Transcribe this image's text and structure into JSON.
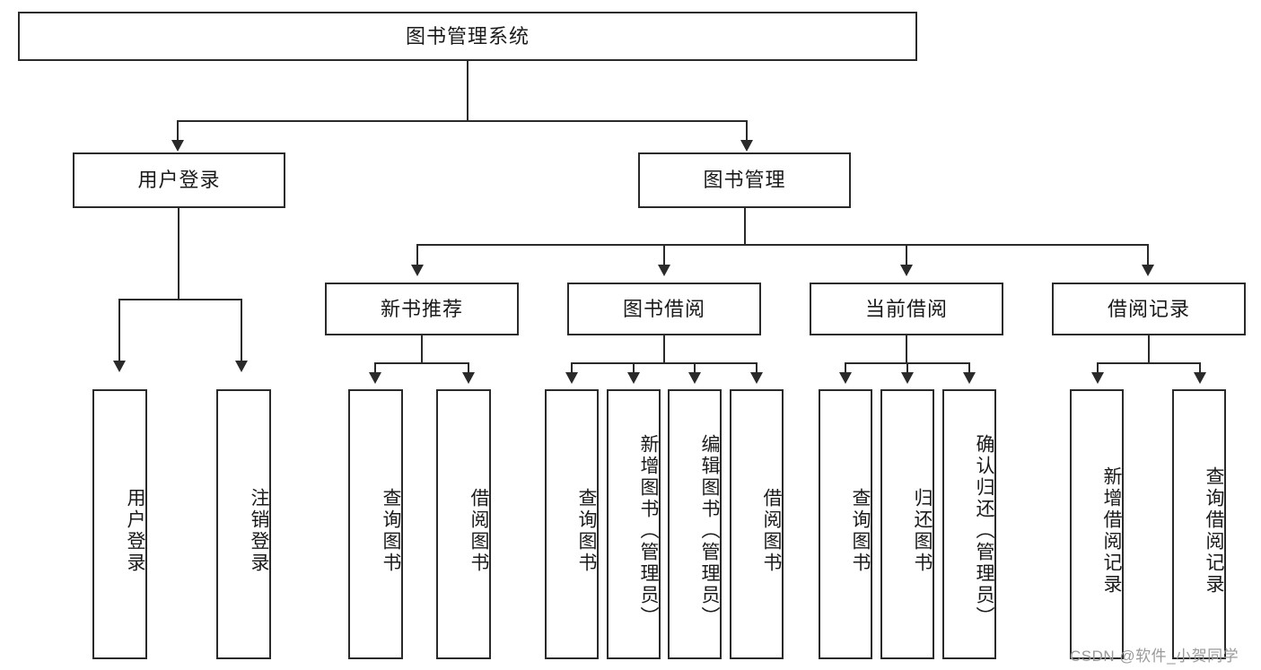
{
  "diagram": {
    "type": "hierarchy-tree",
    "title": "图书管理系统",
    "watermark": "CSDN @软件_小贺同学",
    "levels": {
      "root": {
        "label": "图书管理系统"
      },
      "level2": [
        {
          "label": "用户登录"
        },
        {
          "label": "图书管理"
        }
      ],
      "level3": [
        {
          "label": "新书推荐"
        },
        {
          "label": "图书借阅"
        },
        {
          "label": "当前借阅"
        },
        {
          "label": "借阅记录"
        }
      ],
      "leaves_user_login": [
        {
          "label": "用户登录"
        },
        {
          "label": "注销登录"
        }
      ],
      "leaves_new_book": [
        {
          "label": "查询图书"
        },
        {
          "label": "借阅图书"
        }
      ],
      "leaves_book_borrow": [
        {
          "label": "查询图书"
        },
        {
          "label": "新增图书（管理员）"
        },
        {
          "label": "编辑图书（管理员）"
        },
        {
          "label": "借阅图书"
        }
      ],
      "leaves_current_borrow": [
        {
          "label": "查询图书"
        },
        {
          "label": "归还图书"
        },
        {
          "label": "确认归还（管理员）"
        }
      ],
      "leaves_borrow_record": [
        {
          "label": "新增借阅记录"
        },
        {
          "label": "查询借阅记录"
        }
      ]
    },
    "colors": {
      "stroke": "#2a2a2a",
      "fill": "#ffffff",
      "text": "#1a1a1a",
      "watermark": "#9a9a9a"
    }
  }
}
